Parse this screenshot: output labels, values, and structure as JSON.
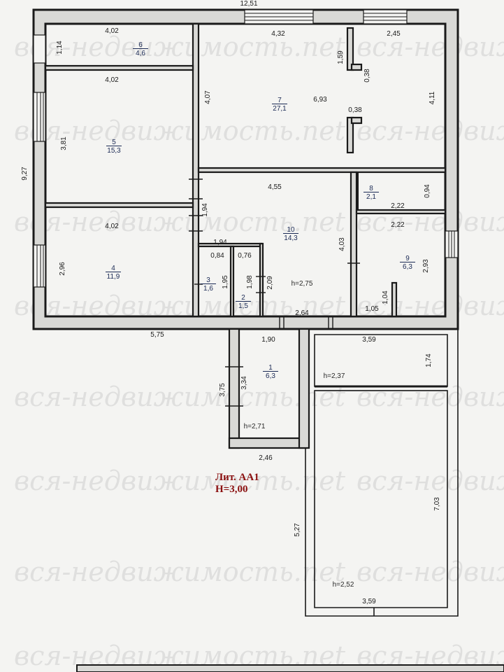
{
  "plan": {
    "title_line1": "Лит. АА1",
    "title_line2": "Н=3,00",
    "watermark": "вся-недвижимость.net",
    "heights": [
      "h=2,75",
      "h=2,37",
      "h=2,71",
      "h=2,52"
    ],
    "rooms": [
      {
        "number": "1",
        "area": "6,3"
      },
      {
        "number": "2",
        "area": "1,5"
      },
      {
        "number": "3",
        "area": "1,6"
      },
      {
        "number": "4",
        "area": "11,9"
      },
      {
        "number": "5",
        "area": "15,3"
      },
      {
        "number": "6",
        "area": "4,6"
      },
      {
        "number": "7",
        "area": "27,1"
      },
      {
        "number": "8",
        "area": "2,1"
      },
      {
        "number": "9",
        "area": "6,3"
      },
      {
        "number": "10",
        "area": "14,3"
      }
    ],
    "dimensions": {
      "top_total": "12,51",
      "r6_top": "4,02",
      "r6_side": "1,14",
      "r5_top": "4,02",
      "r5_side": "3,81",
      "left_total": "9,27",
      "r4_top": "4,02",
      "r4_side": "2,96",
      "bottom_left": "5,75",
      "r7_top_left": "4,32",
      "r7_top_right": "2,45",
      "r7_left": "4,07",
      "r7_mid": "6,93",
      "r7_right": "4,11",
      "stub_a": "1,59",
      "stub_b": "0,38",
      "stub_c": "0,38",
      "r10_top": "4,55",
      "r10_small": "1,94",
      "r10_left": "1,94",
      "r10_right": "4,03",
      "r8_side": "0,94",
      "r8_bottom": "2,22",
      "r9_top": "2,22",
      "r9_side": "2,93",
      "r9_stub": "1,04",
      "r9_bottom": "1,05",
      "r3_top": "0,84",
      "r2_top": "0,76",
      "r3_side": "1,95",
      "r2_side_a": "1,98",
      "r2_side_b": "2,09",
      "r10_bottom": "2,64",
      "r1_top": "1,90",
      "r1_side_out": "3,75",
      "r1_side_in": "3,34",
      "r1_bottom": "2,46",
      "ext_top": "3,59",
      "ext_side_top": "1,74",
      "ext_side": "7,03",
      "ext_left": "5,27",
      "ext_bottom": "3,59"
    }
  }
}
